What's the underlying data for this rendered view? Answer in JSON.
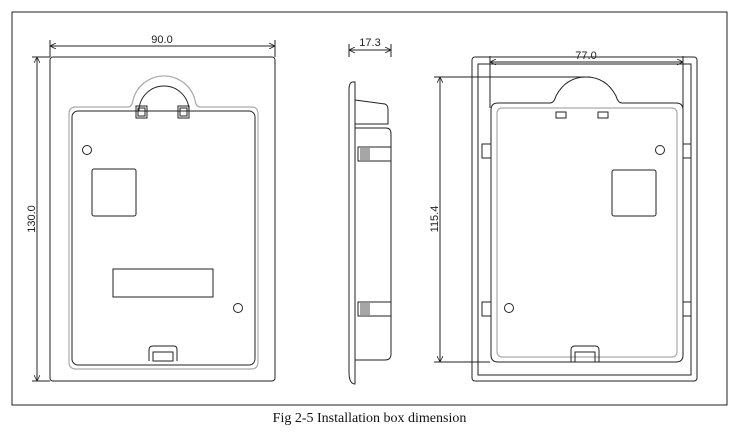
{
  "figure": {
    "caption": "Fig 2-5 Installation box dimension",
    "front_view": {
      "width_label": "90.0",
      "height_label": "130.0"
    },
    "side_view": {
      "depth_label": "17.3"
    },
    "back_view": {
      "width_label": "77.0",
      "height_label": "115.4"
    }
  }
}
